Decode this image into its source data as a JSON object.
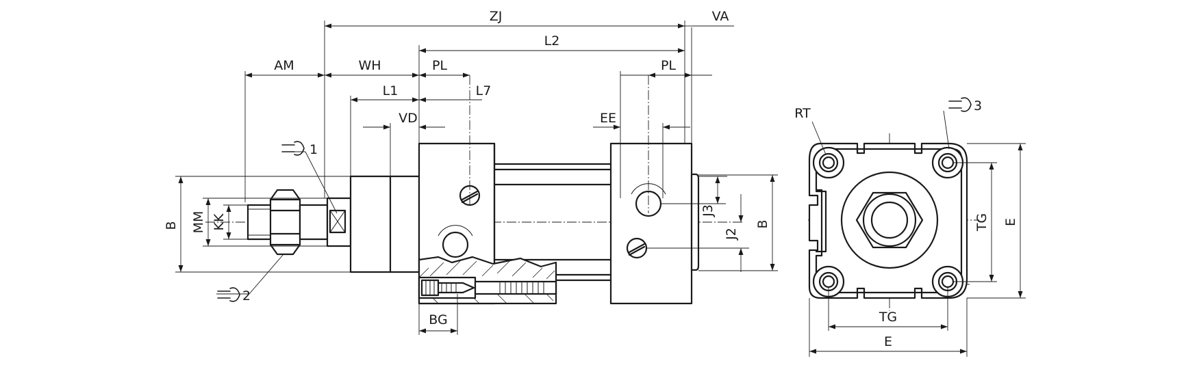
{
  "side_view": {
    "ZJ": "ZJ",
    "VA": "VA",
    "L2": "L2",
    "AM": "AM",
    "WH": "WH",
    "PL_front": "PL",
    "PL_rear": "PL",
    "L1": "L1",
    "L7": "L7",
    "VD": "VD",
    "EE": "EE",
    "B_left": "B",
    "MM": "MM",
    "KK": "KK",
    "J3": "J3",
    "J2": "J2",
    "B_right": "B",
    "BG": "BG",
    "wrench1": "1",
    "wrench2": "2"
  },
  "end_view": {
    "RT": "RT",
    "wrench3": "3",
    "TG_vertical": "TG",
    "E_vertical": "E",
    "TG_horizontal": "TG",
    "E_horizontal": "E"
  },
  "colors": {
    "line": "#1a1a1a",
    "background": "#ffffff"
  }
}
